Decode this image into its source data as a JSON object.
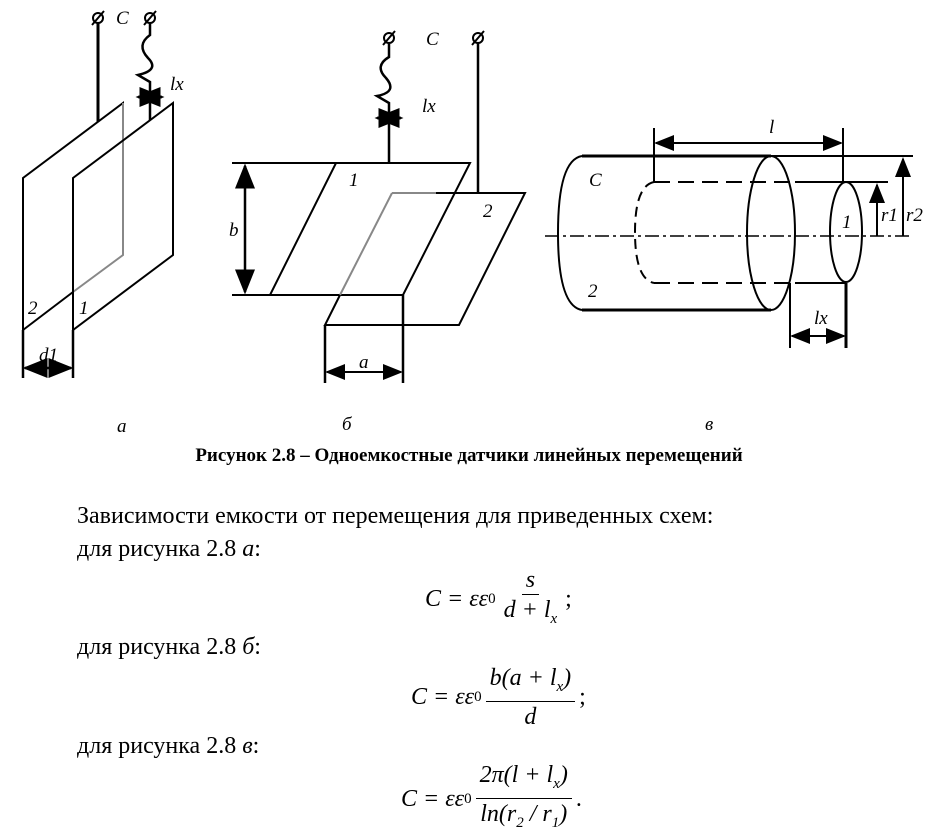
{
  "figure": {
    "panel_a": {
      "terminal_label": "C",
      "displacement": "lx",
      "plate_labels": [
        "2",
        "1"
      ],
      "gap": "d1",
      "letter": "а"
    },
    "panel_b": {
      "terminal_label": "C",
      "displacement": "lx",
      "plate_labels": [
        "1",
        "2"
      ],
      "height": "b",
      "width": "a",
      "letter": "б"
    },
    "panel_c": {
      "terminal_label": "C",
      "electrode_labels": [
        "2",
        "1"
      ],
      "length": "l",
      "displacement": "lx",
      "radii": [
        "r1",
        "r2"
      ],
      "letter": "в"
    },
    "caption": "Рисунок 2.8 – Одноемкостные датчики линейных перемещений"
  },
  "text": {
    "intro": "Зависимости емкости от перемещения для приведенных схем:",
    "for_a_prefix": "для рисунка 2.8 ",
    "for_a_letter": "а",
    "suffix": ":",
    "for_b_prefix": "для рисунка 2.8 ",
    "for_b_letter": "б",
    "for_c_prefix": "для рисунка 2.8 ",
    "for_c_letter": "в"
  },
  "formulas": {
    "lhs": "C = εε",
    "zero": "0",
    "a": {
      "num": "s",
      "den": "d + l",
      "den_sub": "x",
      "end": ";"
    },
    "b": {
      "num": "b(a + l",
      "num_sub": "x",
      "num_end": ")",
      "den": "d",
      "end": ";"
    },
    "c": {
      "num": "2π(l + l",
      "num_sub": "x",
      "num_end": ")",
      "den": "ln(r",
      "den_sub1": "2",
      "den_mid": " / r",
      "den_sub2": "1",
      "den_end": ")",
      "end": "."
    }
  }
}
